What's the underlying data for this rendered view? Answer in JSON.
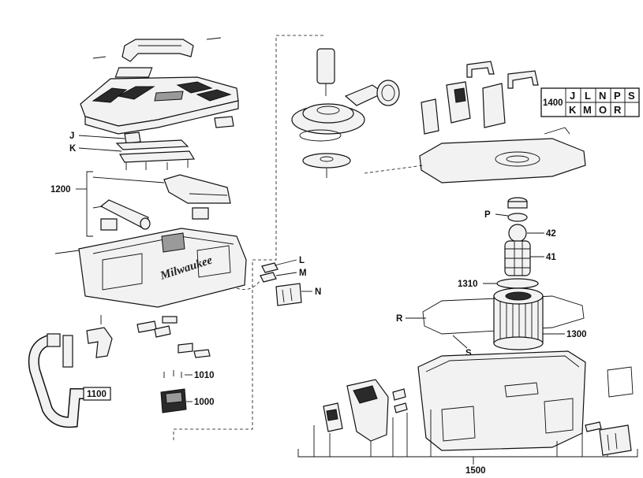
{
  "labels": {
    "J": "J",
    "K": "K",
    "l1200": "1200",
    "L": "L",
    "M": "M",
    "N": "N",
    "l1100": "1100",
    "l1010": "1010",
    "l1000": "1000",
    "P": "P",
    "l42": "42",
    "l41": "41",
    "l1310": "1310",
    "R": "R",
    "S": "S",
    "l1300": "1300",
    "l1500": "1500"
  },
  "kit_box": {
    "title": "1400",
    "row1": [
      "J",
      "L",
      "N",
      "P",
      "S"
    ],
    "row2": [
      "K",
      "M",
      "O",
      "R",
      ""
    ]
  },
  "brand_mark": "Milwaukee"
}
